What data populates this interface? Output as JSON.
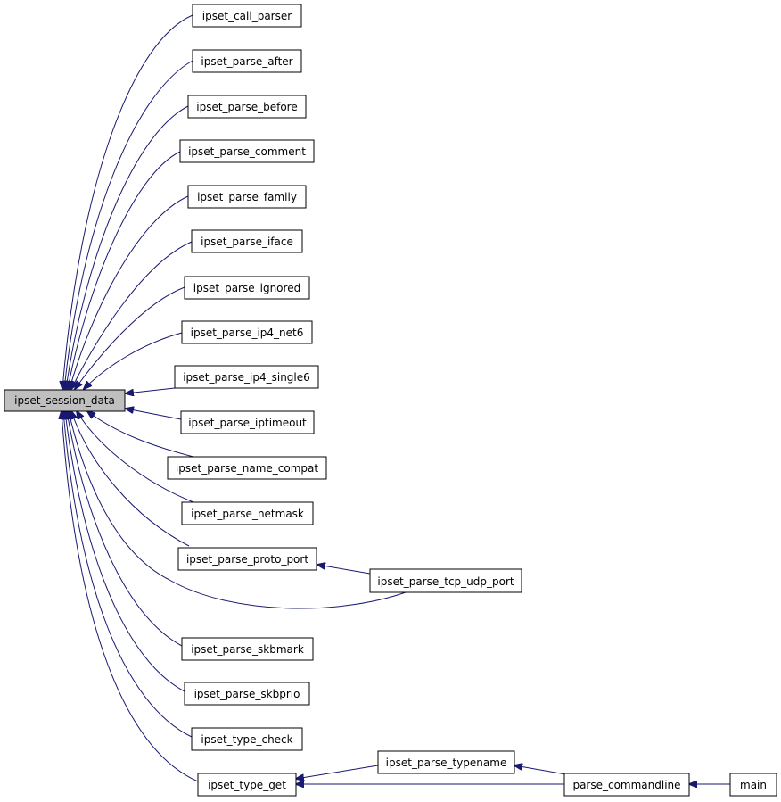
{
  "graph": {
    "edge_color": "#191970",
    "root_fill": "#bfbfbf",
    "node_fill": "#ffffff",
    "nodes": {
      "root": "ipset_session_data",
      "call_parser": "ipset_call_parser",
      "parse_after": "ipset_parse_after",
      "parse_before": "ipset_parse_before",
      "parse_comment": "ipset_parse_comment",
      "parse_family": "ipset_parse_family",
      "parse_iface": "ipset_parse_iface",
      "parse_ignored": "ipset_parse_ignored",
      "parse_ip4_net6": "ipset_parse_ip4_net6",
      "parse_ip4_single6": "ipset_parse_ip4_single6",
      "parse_iptimeout": "ipset_parse_iptimeout",
      "parse_name_compat": "ipset_parse_name_compat",
      "parse_netmask": "ipset_parse_netmask",
      "parse_proto_port": "ipset_parse_proto_port",
      "parse_tcp_udp_port": "ipset_parse_tcp_udp_port",
      "parse_skbmark": "ipset_parse_skbmark",
      "parse_skbprio": "ipset_parse_skbprio",
      "type_check": "ipset_type_check",
      "type_get": "ipset_type_get",
      "parse_typename": "ipset_parse_typename",
      "parse_commandline": "parse_commandline",
      "main": "main"
    }
  }
}
